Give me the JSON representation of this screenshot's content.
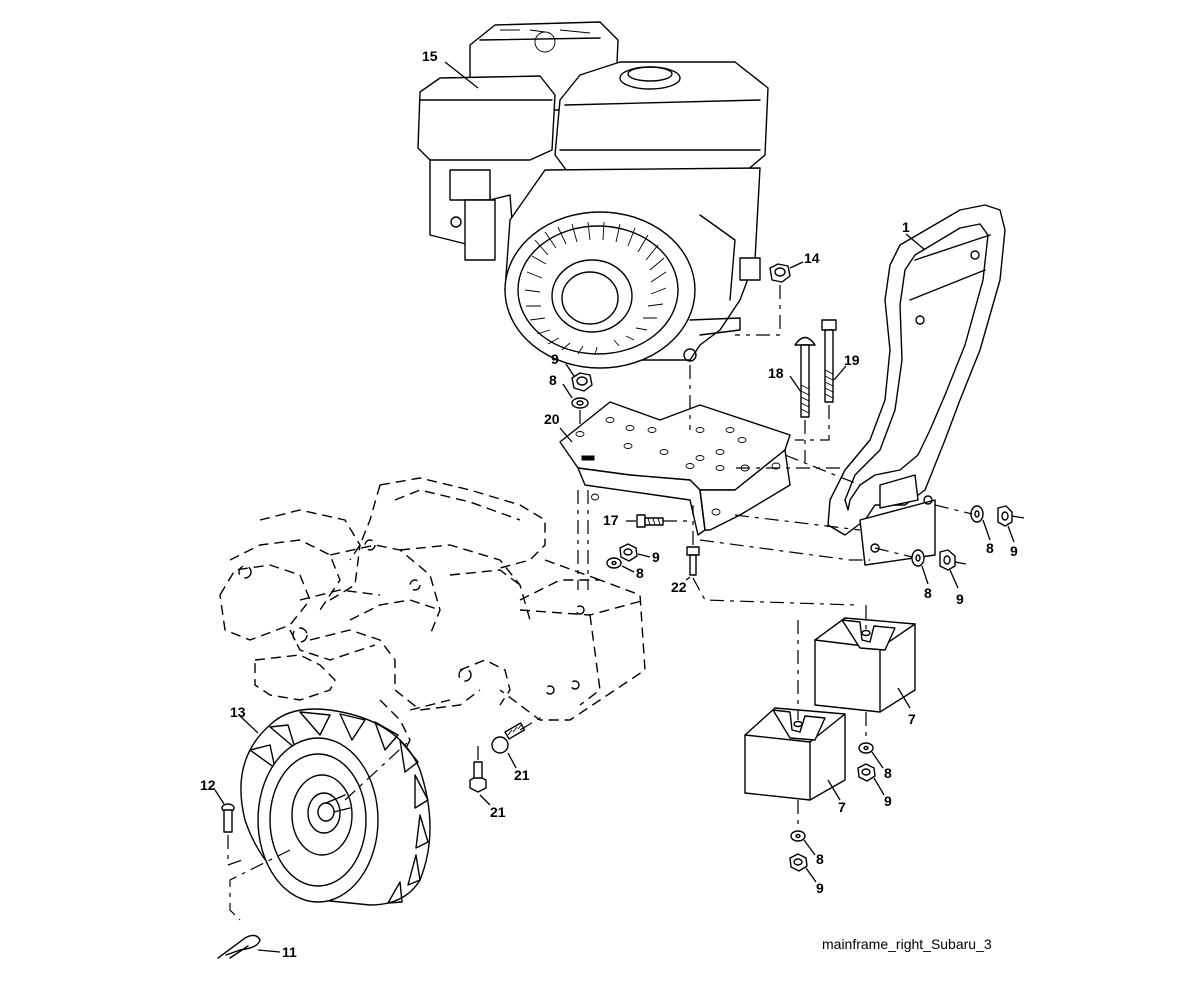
{
  "caption": "mainframe_right_Subaru_3",
  "callouts": [
    {
      "id": "c15",
      "text": "15"
    },
    {
      "id": "c1",
      "text": "1"
    },
    {
      "id": "c14",
      "text": "14"
    },
    {
      "id": "c9a",
      "text": "9"
    },
    {
      "id": "c8a",
      "text": "8"
    },
    {
      "id": "c18",
      "text": "18"
    },
    {
      "id": "c19",
      "text": "19"
    },
    {
      "id": "c20",
      "text": "20"
    },
    {
      "id": "c17",
      "text": "17"
    },
    {
      "id": "c9b",
      "text": "9"
    },
    {
      "id": "c8b",
      "text": "8"
    },
    {
      "id": "c22",
      "text": "22"
    },
    {
      "id": "c8c",
      "text": "8"
    },
    {
      "id": "c9c",
      "text": "9"
    },
    {
      "id": "c8d",
      "text": "8"
    },
    {
      "id": "c9d",
      "text": "9"
    },
    {
      "id": "c7a",
      "text": "7"
    },
    {
      "id": "c7b",
      "text": "7"
    },
    {
      "id": "c8e",
      "text": "8"
    },
    {
      "id": "c9e",
      "text": "9"
    },
    {
      "id": "c8f",
      "text": "8"
    },
    {
      "id": "c9f",
      "text": "9"
    },
    {
      "id": "c13",
      "text": "13"
    },
    {
      "id": "c12",
      "text": "12"
    },
    {
      "id": "c21a",
      "text": "21"
    },
    {
      "id": "c21b",
      "text": "21"
    },
    {
      "id": "c11",
      "text": "11"
    }
  ]
}
